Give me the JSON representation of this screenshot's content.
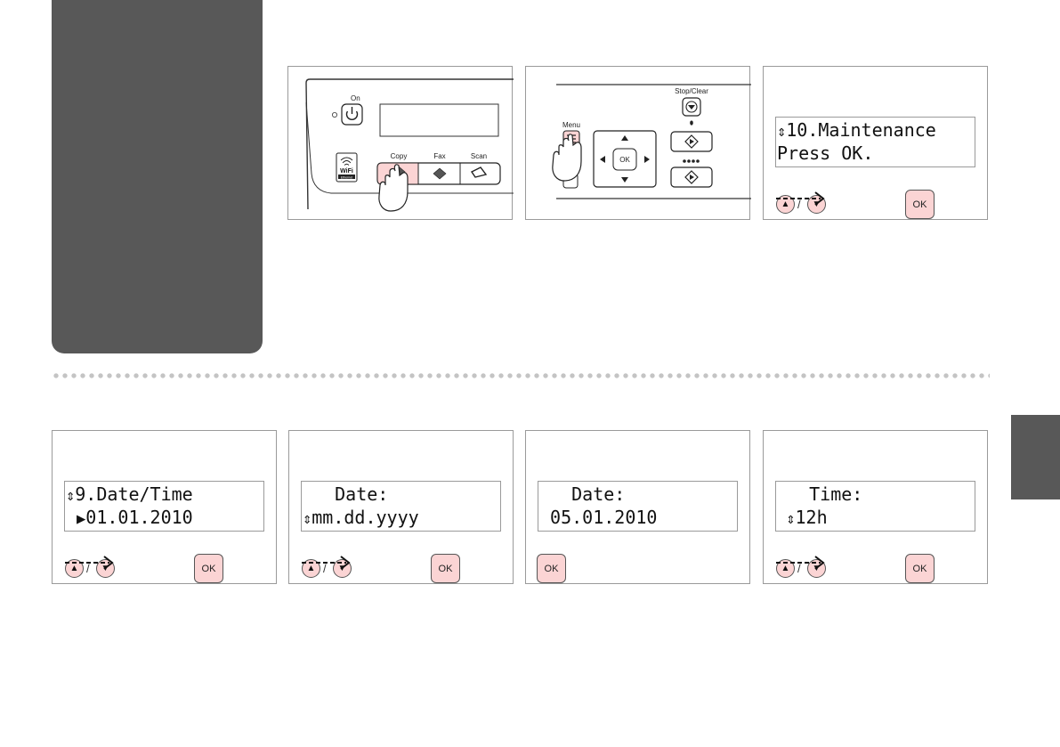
{
  "colors": {
    "accent": "#fbd4d4",
    "sidebar": "#585858",
    "border": "#9a9a9a"
  },
  "illustration1": {
    "on_label": "On",
    "copy_label": "Copy",
    "fax_label": "Fax",
    "scan_label": "Scan",
    "wifi_label": "WiFi",
    "ethernet_label": "Ethernet"
  },
  "illustration2": {
    "stop_label": "Stop/Clear",
    "menu_label": "Menu",
    "ok_label": "OK",
    "back_partial": "k"
  },
  "step3": {
    "line1_arrow": "⇕",
    "line1": "10.Maintenance",
    "line2": "Press OK.",
    "ok_label": "OK"
  },
  "step4": {
    "line1_arrow": "⇕",
    "line1": "9.Date/Time",
    "line2_arrow": "▶",
    "line2": "01.01.2010",
    "ok_label": "OK"
  },
  "step5": {
    "line1": "   Date:",
    "line2_arrow": "⇕",
    "line2": "mm.dd.yyyy",
    "ok_label": "OK"
  },
  "step6": {
    "line1": "   Date:",
    "line2": " 05.01.2010",
    "ok_label": "OK"
  },
  "step7": {
    "line1": "   Time:",
    "line2_arrow": " ⇕",
    "line2": "12h",
    "ok_label": "OK"
  },
  "icons": {
    "up": "up-arrow-icon",
    "down": "down-arrow-icon",
    "ok": "ok-button-icon"
  }
}
